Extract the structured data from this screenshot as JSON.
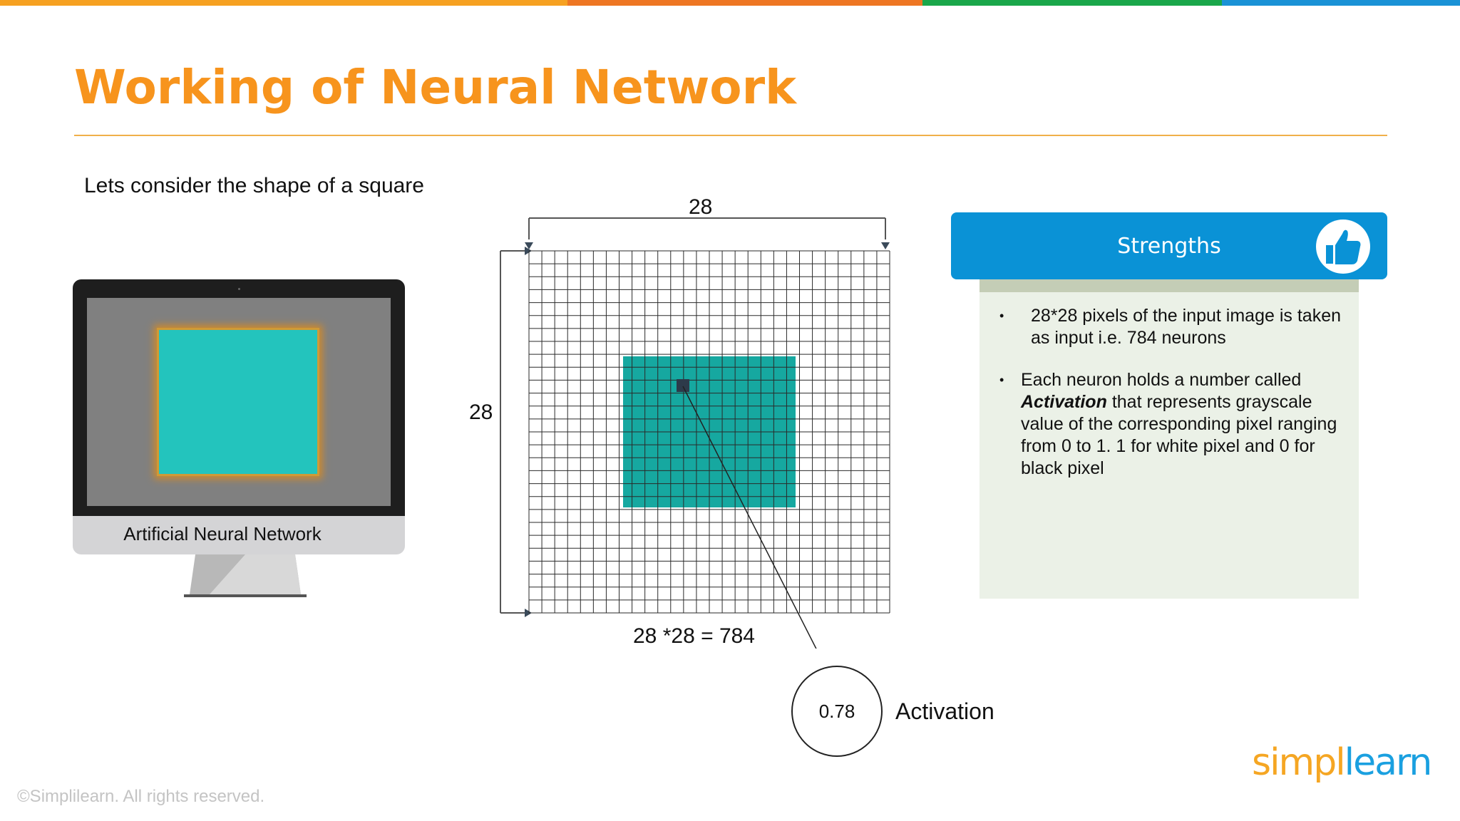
{
  "brand": {
    "colors": {
      "orange": "#f7941d",
      "dark_orange": "#ee7623",
      "green": "#1aa74a",
      "blue": "#1a92d6",
      "teal": "#23c4bd"
    }
  },
  "slide": {
    "title": "Working of Neural Network",
    "intro": "Lets consider the shape of a square"
  },
  "monitor": {
    "label": "Artificial Neural Network"
  },
  "grid": {
    "rows": 28,
    "cols": 28,
    "width_label": "28",
    "height_label": "28",
    "equation": "28 *28 = 784",
    "activation_value": "0.78",
    "activation_label": "Activation"
  },
  "strengths": {
    "header": "Strengths",
    "icon": "thumbs-up-icon",
    "bullets": [
      {
        "text": "28*28 pixels of the input image is taken as input i.e. 784 neurons"
      },
      {
        "emph_prefix": "Each neuron holds a number called",
        "emph": "Activation",
        "rest": "that represents grayscale value of the corresponding pixel ranging from 0 to 1. 1 for white pixel and 0 for black pixel"
      }
    ]
  },
  "footer": {
    "copyright": "©Simplilearn. All rights reserved.",
    "logo_part1": "simpl",
    "logo_part2": "learn"
  }
}
